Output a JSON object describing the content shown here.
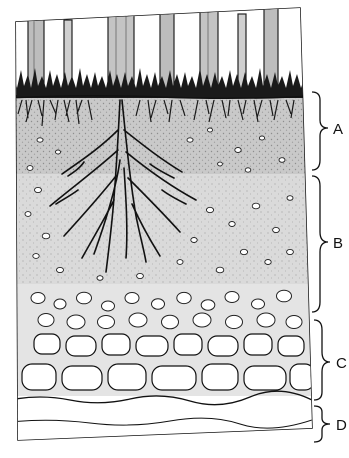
{
  "diagram": {
    "horizons": [
      {
        "label": "A"
      },
      {
        "label": "B"
      },
      {
        "label": "C"
      },
      {
        "label": "D"
      }
    ]
  }
}
